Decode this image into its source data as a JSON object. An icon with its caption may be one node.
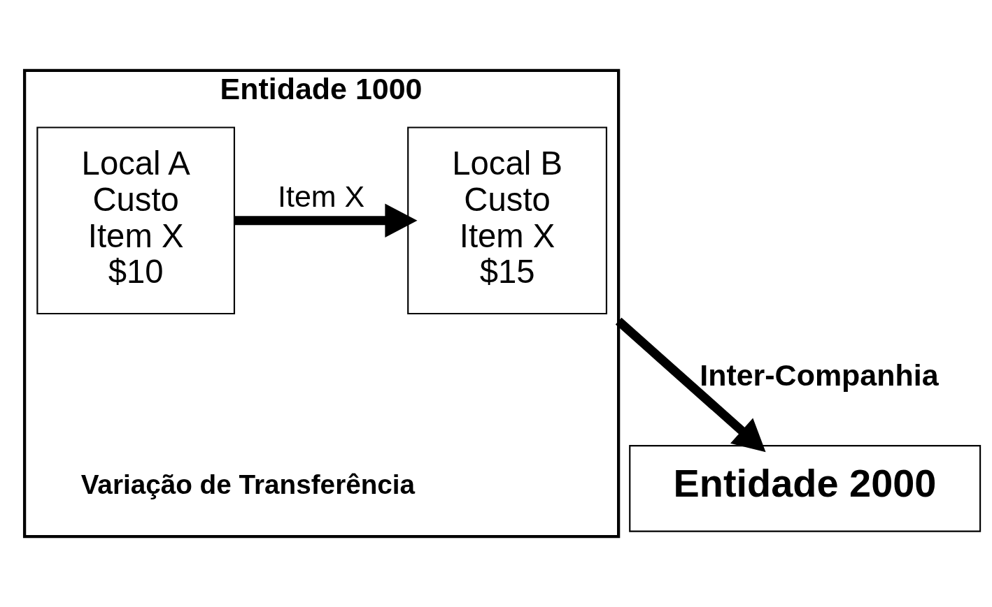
{
  "diagram": {
    "nodes": [
      {
        "text": [
          "Entidade 1000"
        ]
      },
      {
        "text": [
          "Local A",
          "Custo",
          "Item X",
          "$10"
        ],
        "in": 0
      },
      {
        "text": [
          "Local B",
          "Custo",
          "Item X",
          "$15"
        ],
        "in": 0
      },
      {
        "text": [
          "Entidade 2000"
        ]
      }
    ],
    "edges": [
      {
        "from": 1,
        "to": 2,
        "arrow": "to",
        "label": "Item X"
      },
      {
        "from": 0,
        "to": 3,
        "arrow": "to",
        "label": "Inter-Companhia"
      }
    ],
    "labels": [
      "Variação de Transferência"
    ]
  }
}
